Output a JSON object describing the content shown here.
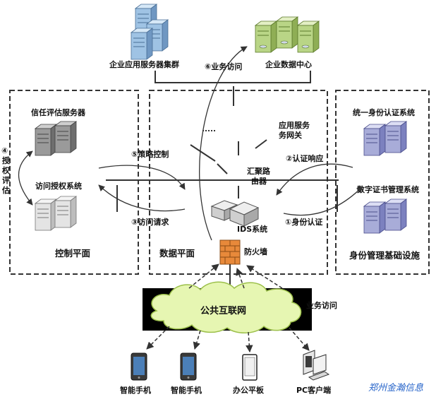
{
  "nodes": {
    "app_cluster": "企业应用服务器集群",
    "data_center": "企业数据中心",
    "trust_server": "信任评估服务器",
    "access_system": "访问授权系统",
    "identity_system": "统一身份认证系统",
    "cert_system": "数字证书管理系统",
    "app_gateway": [
      "应用服务",
      "务网关"
    ],
    "aggregation_router": [
      "汇聚路",
      "由器"
    ],
    "ids": "IDS系统",
    "firewall": "防火墙",
    "internet": "公共互联网",
    "phone1": "智能手机",
    "phone2": "智能手机",
    "tablet": "办公平板",
    "pc": "PC客户端"
  },
  "zones": {
    "control_plane": "控制平面",
    "data_plane": "数据平面",
    "identity_infra": "身份管理基础设施"
  },
  "flows": {
    "f1": "①身份认证",
    "f2": "②认证响应",
    "f3": "③访问请求",
    "f4": [
      "④",
      "授",
      "权",
      "评",
      "估"
    ],
    "f5": "⑤策略控制",
    "f6": "⑥业务访问",
    "internet_access": "业务访问"
  },
  "brand": "郑州金瀚信息",
  "colors": {
    "server_blue": "#9fc3e4",
    "server_green": "#b9d586",
    "server_gray": "#9a9a9a",
    "server_light": "#e4e4e4",
    "server_purple": "#a8acd8",
    "cloud": "#e6f6b2",
    "firewall": "#e8893a",
    "brand": "#2563c9"
  }
}
